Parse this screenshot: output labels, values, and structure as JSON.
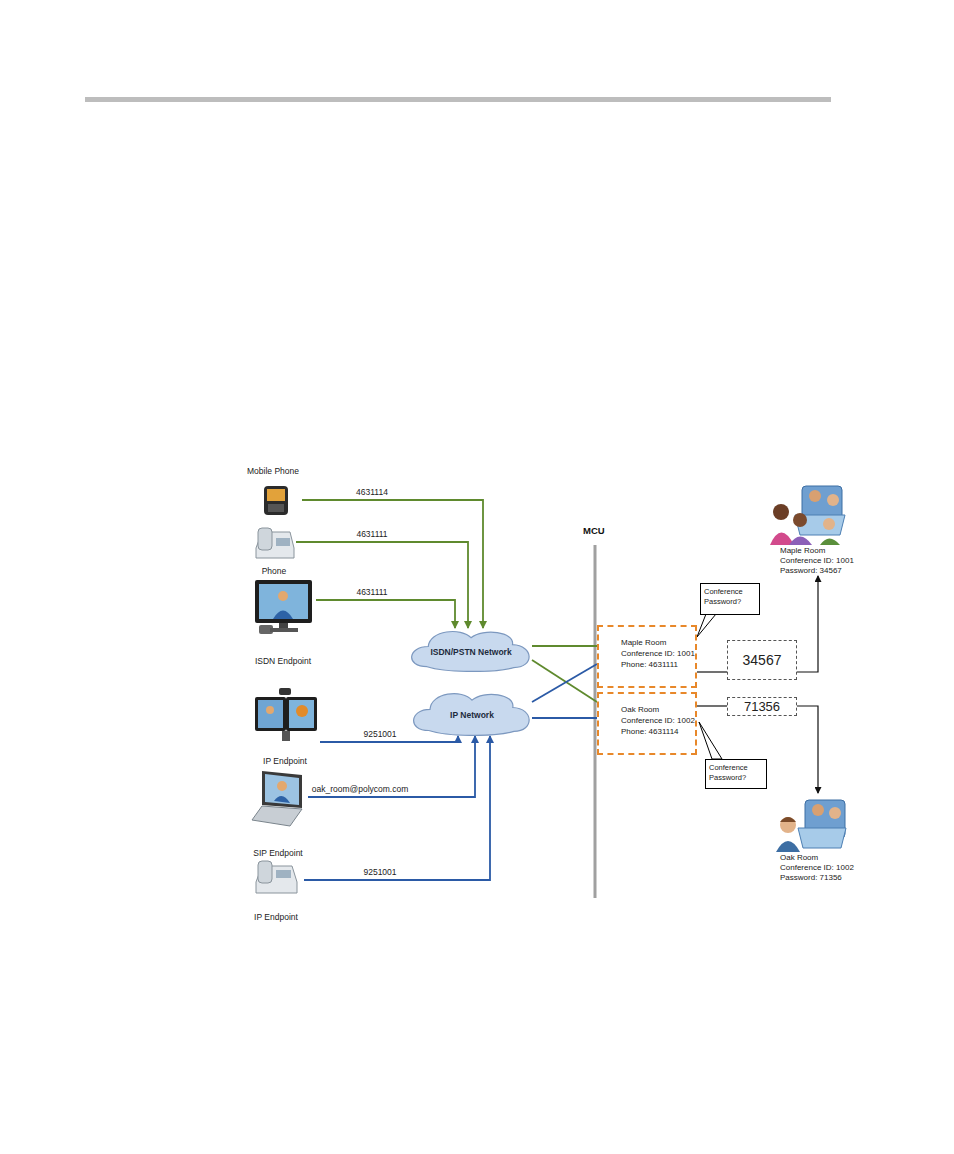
{
  "diagram": {
    "nodes": [
      {
        "text": [
          "Mobile Phone"
        ]
      },
      {
        "text": [
          "Phone"
        ]
      },
      {
        "text": [
          "ISDN Endpoint"
        ]
      },
      {
        "text": [
          "IP Endpoint"
        ]
      },
      {
        "text": [
          "SIP Endpoint"
        ]
      },
      {
        "text": [
          "IP Endpoint"
        ]
      },
      {
        "text": [
          "ISDN/PSTN Network"
        ]
      },
      {
        "text": [
          "IP Network"
        ]
      },
      {
        "text": [
          "Maple Room",
          "Conference ID: 1001",
          "Phone: 4631111"
        ]
      },
      {
        "text": [
          "Oak Room",
          "Conference ID: 1002",
          "Phone: 4631114"
        ]
      },
      {
        "text": [
          "Conference Password?"
        ]
      },
      {
        "text": [
          "34567"
        ]
      },
      {
        "text": [
          "71356"
        ]
      },
      {
        "text": [
          "Conference Password?"
        ]
      },
      {
        "text": [
          "Maple Room",
          "Conference ID: 1001",
          "Password: 34567"
        ]
      },
      {
        "text": [
          "Oak Room",
          "Conference ID: 1002",
          "Password: 71356"
        ]
      }
    ],
    "edges": [
      {
        "from": 0,
        "to": 6,
        "label": "4631114",
        "arrow": "to"
      },
      {
        "from": 1,
        "to": 6,
        "label": "4631111",
        "arrow": "to"
      },
      {
        "from": 2,
        "to": 6,
        "label": "4631111",
        "arrow": "to"
      },
      {
        "from": 3,
        "to": 7,
        "label": "9251001",
        "arrow": "to"
      },
      {
        "from": 4,
        "to": 7,
        "label": "oak_room@polycom.com",
        "arrow": "to"
      },
      {
        "from": 5,
        "to": 7,
        "label": "9251001",
        "arrow": "to"
      },
      {
        "from": 6,
        "to": 8,
        "arrow": "none"
      },
      {
        "from": 6,
        "to": 9,
        "arrow": "none"
      },
      {
        "from": 7,
        "to": 8,
        "arrow": "none"
      },
      {
        "from": 7,
        "to": 9,
        "arrow": "none"
      },
      {
        "from": 8,
        "to": 11,
        "arrow": "none"
      },
      {
        "from": 11,
        "to": 14,
        "arrow": "to"
      },
      {
        "from": 9,
        "to": 12,
        "arrow": "none"
      },
      {
        "from": 12,
        "to": 15,
        "arrow": "to"
      }
    ],
    "labels": [
      "MCU"
    ]
  }
}
